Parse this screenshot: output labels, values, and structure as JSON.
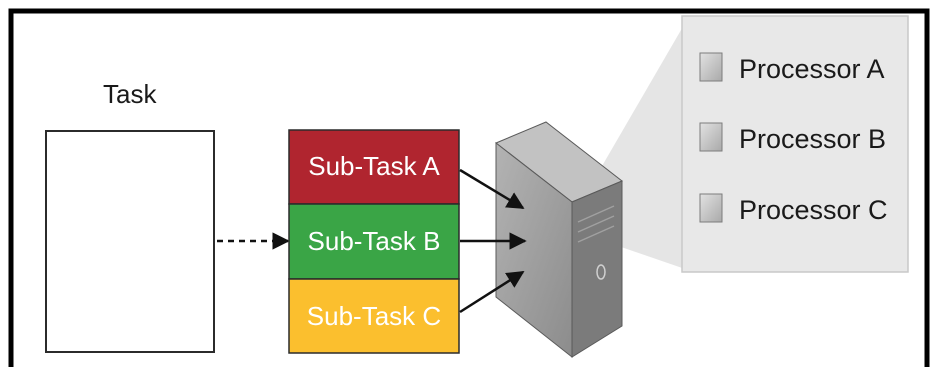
{
  "task": {
    "label": "Task"
  },
  "subtasks": [
    {
      "label": "Sub-Task A",
      "color": "#b0252f"
    },
    {
      "label": "Sub-Task B",
      "color": "#3aa546"
    },
    {
      "label": "Sub-Task C",
      "color": "#fbbf2e"
    }
  ],
  "processors": [
    {
      "label": "Processor A"
    },
    {
      "label": "Processor B"
    },
    {
      "label": "Processor C"
    }
  ],
  "colors": {
    "frame": "#000000",
    "server_front": "#9d9d9d",
    "server_side": "#7b7b7b",
    "server_top": "#c2c2c2",
    "processor_panel": "#e8e8e8",
    "chip": "#c6c6c6"
  },
  "icons": {
    "server": "server-tower-icon",
    "chip": "processor-chip-icon"
  }
}
